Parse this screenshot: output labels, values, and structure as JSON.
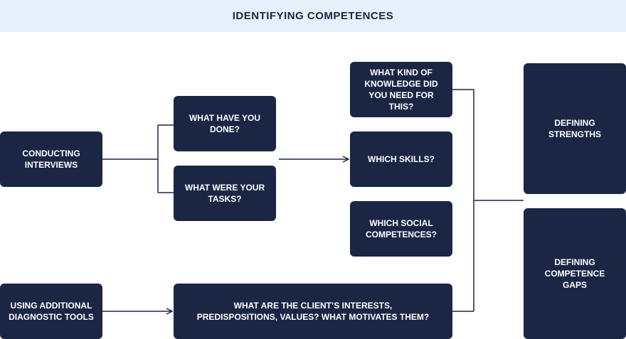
{
  "title": "IDENTIFYING COMPETENCES",
  "nodes": {
    "conducting_interviews": "CONDUCTING\nINTERVIEWS",
    "using_additional_tools": "USING ADDITIONAL\nDIAGNOSTIC TOOLS",
    "what_have_you_done": "WHAT HAVE YOU\nDONE?",
    "what_were_your_tasks": "WHAT WERE YOUR\nTASKS?",
    "what_kind_of_knowledge": "WHAT KIND OF\nKNOWLEDGE DID\nYOU NEED FOR\nTHIS?",
    "which_skills": "WHICH SKILLS?",
    "which_social_competences": "WHICH SOCIAL\nCOMPETENCES?",
    "client_interests": "WHAT ARE THE CLIENT’S INTERESTS,\nPREDISPOSITIONS, VALUES? WHAT MOTIVATES THEM?",
    "defining_strengths": "DEFINING\nSTRENGTHS",
    "defining_competence_gaps": "DEFINING\nCOMPETENCE\nGAPS"
  },
  "colors": {
    "box_fill": "#1b2645",
    "box_text": "#ffffff",
    "header_bg": "#e6f0fa",
    "line": "#1b2645"
  }
}
